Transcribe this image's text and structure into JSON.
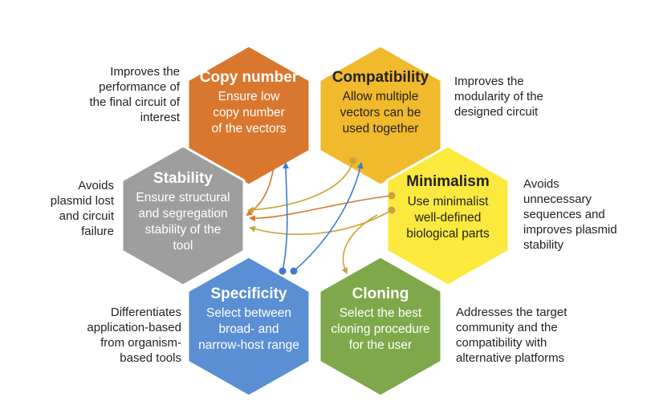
{
  "colors": {
    "copy": "#d9772e",
    "compat": "#f1b92c",
    "stability": "#9e9e9e",
    "minimal": "#fce93d",
    "specific": "#5b8fd3",
    "cloning": "#7fa84b",
    "orange_arrow": "#d9772e",
    "yellow_arrow": "#c8a43a",
    "blue_arrow": "#3f7ad1",
    "outline": "#ffffff"
  },
  "hexagons": {
    "copy": {
      "title": "Copy number",
      "lines": [
        "Ensure low",
        "copy number",
        "of the vectors"
      ]
    },
    "compat": {
      "title": "Compatibility",
      "lines": [
        "Allow multiple",
        "vectors can be",
        "used together"
      ]
    },
    "stability": {
      "title": "Stability",
      "lines": [
        "Ensure structural",
        "and segregation",
        "stability of the",
        "tool"
      ]
    },
    "minimal": {
      "title": "Minimalism",
      "lines": [
        "Use minimalist",
        "well-defined",
        "biological parts"
      ]
    },
    "specific": {
      "title": "Specificity",
      "lines": [
        "Select between",
        "broad- and",
        "narrow-host range"
      ]
    },
    "cloning": {
      "title": "Cloning",
      "lines": [
        "Select the best",
        "cloning procedure",
        "for the user"
      ]
    }
  },
  "side_notes": {
    "copy": "Improves the\nperformance of\nthe final circuit of\ninterest",
    "compat": "Improves the\nmodularity of the\ndesigned circuit",
    "stability": "Avoids\nplasmid lost\nand circuit\nfailure",
    "minimal": "Avoids\nunnecessary\nsequences and\nimproves plasmid\nstability",
    "specific": "Differentiates\napplication-based\nfrom organism-\nbased tools",
    "cloning": "Addresses the target\ncommunity and the\ncompatibility with\nalternative platforms"
  }
}
